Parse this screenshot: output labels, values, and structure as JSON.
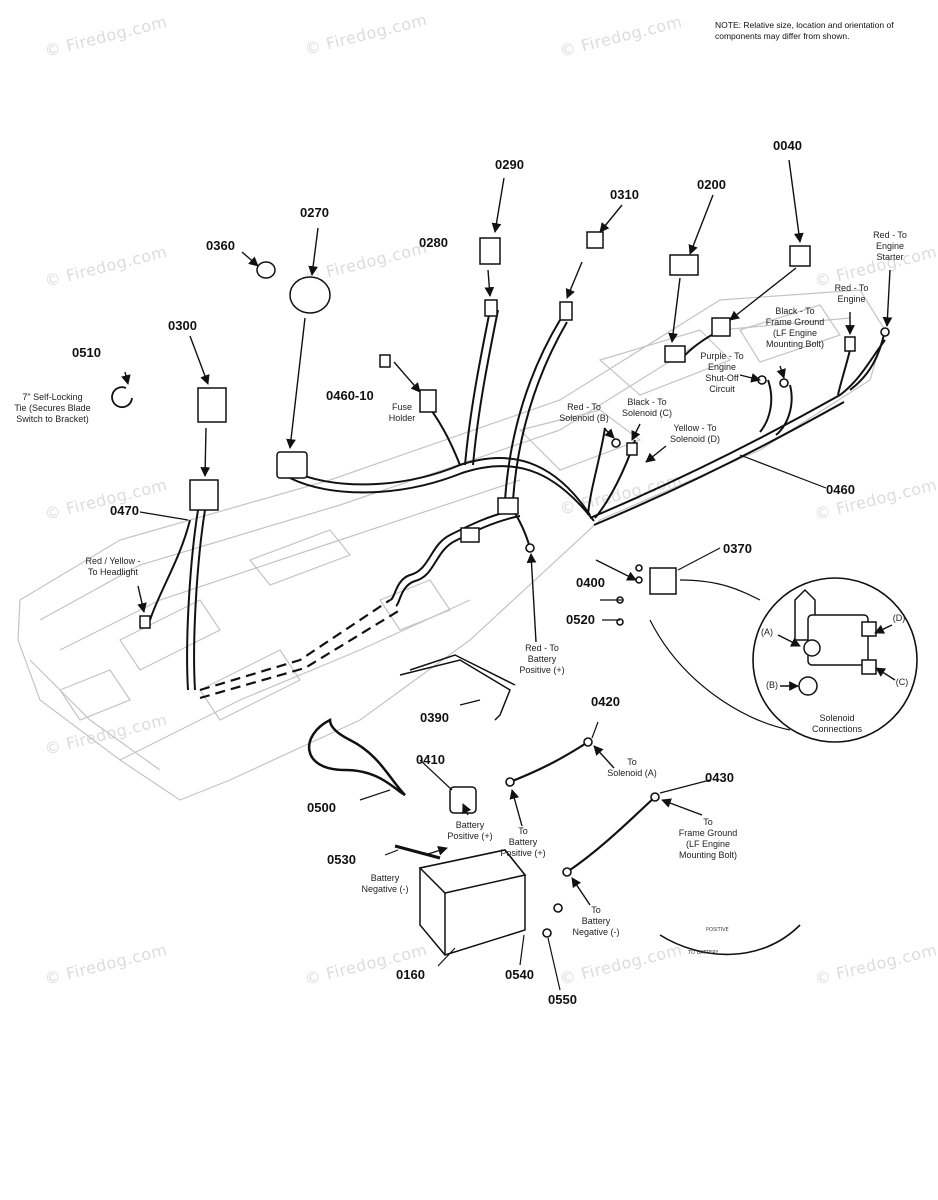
{
  "note": "NOTE: Relative size, location and orientation of components may differ from shown.",
  "watermark": "© Firedog.com",
  "part_numbers": {
    "p0040": "0040",
    "p0160": "0160",
    "p0200": "0200",
    "p0270": "0270",
    "p0280": "0280",
    "p0290": "0290",
    "p0300": "0300",
    "p0310": "0310",
    "p0360": "0360",
    "p0370": "0370",
    "p0390": "0390",
    "p0400": "0400",
    "p0410": "0410",
    "p0420": "0420",
    "p0430": "0430",
    "p0460": "0460",
    "p0460_10": "0460-10",
    "p0470": "0470",
    "p0500": "0500",
    "p0510": "0510",
    "p0520": "0520",
    "p0530": "0530",
    "p0540": "0540",
    "p0550": "0550"
  },
  "callouts": {
    "red_to_engine_starter": "Red - To\nEngine\nStarter",
    "red_to_engine": "Red - To\nEngine",
    "black_to_frame_ground": "Black - To\nFrame Ground\n(LF Engine\nMounting Bolt)",
    "purple_to_engine": "Purple - To\nEngine\nShut-Off\nCircuit",
    "red_to_solenoid_b": "Red - To\nSolenoid (B)",
    "black_to_solenoid_c": "Black - To\nSolenoid (C)",
    "yellow_to_solenoid_d": "Yellow - To\nSolenoid (D)",
    "fuse_holder": "Fuse\nHolder",
    "self_locking_tie": "7\" Self-Locking\nTie (Secures Blade\nSwitch to Bracket)",
    "red_yellow_headlight": "Red / Yellow -\nTo Headlight",
    "red_to_battery_positive": "Red - To\nBattery\nPositive (+)",
    "solenoid_connections": "Solenoid\nConnections",
    "sol_a": "(A)",
    "sol_b": "(B)",
    "sol_c": "(C)",
    "sol_d": "(D)",
    "to_solenoid_a": "To\nSolenoid (A)",
    "to_frame_ground": "To\nFrame Ground\n(LF Engine\nMounting Bolt)",
    "battery_positive": "Battery\nPositive (+)",
    "to_battery_positive": "To\nBattery\nPositive (+)",
    "battery_negative": "Battery\nNegative (-)",
    "to_battery_negative": "To\nBattery\nNegative (-)"
  },
  "inset_small_text": {
    "positive": "POSITIVE",
    "to_battery": "TO BATTERY"
  }
}
